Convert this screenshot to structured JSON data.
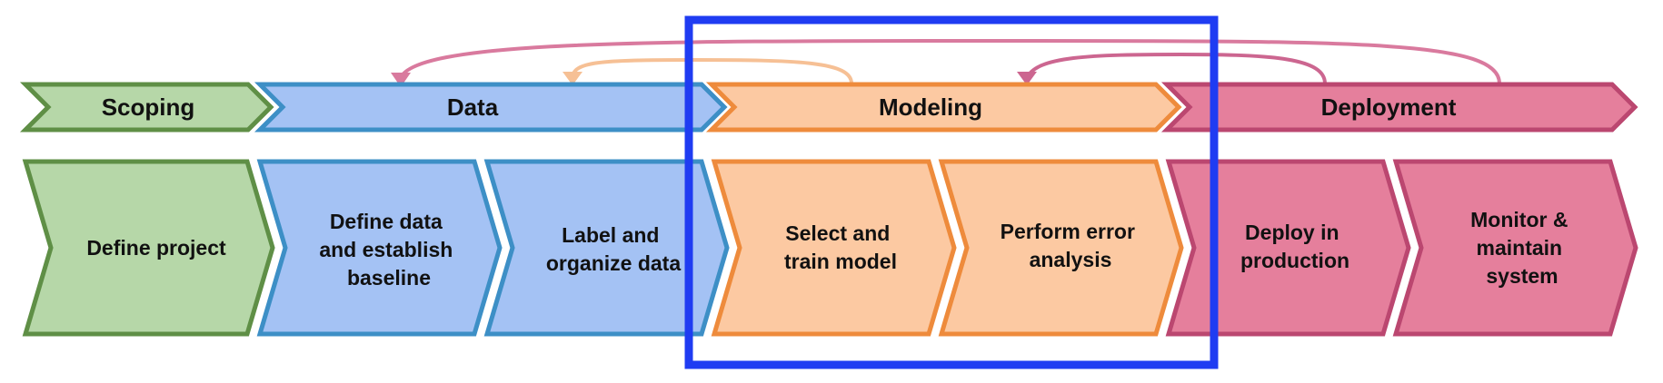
{
  "phases": [
    {
      "label": "Scoping",
      "fill": "#b6d7a8",
      "stroke": "#5f8f46"
    },
    {
      "label": "Data",
      "fill": "#a4c2f4",
      "stroke": "#3d8fc6"
    },
    {
      "label": "Modeling",
      "fill": "#fcc9a2",
      "stroke": "#ee8b3c"
    },
    {
      "label": "Deployment",
      "fill": "#e57f9c",
      "stroke": "#bb4770"
    }
  ],
  "steps": [
    {
      "phase": "Scoping",
      "lines": [
        "Define project"
      ]
    },
    {
      "phase": "Data",
      "lines": [
        "Define data",
        "and establish",
        "baseline"
      ]
    },
    {
      "phase": "Data",
      "lines": [
        "Label and",
        "organize data"
      ]
    },
    {
      "phase": "Modeling",
      "lines": [
        "Select and",
        "train model"
      ]
    },
    {
      "phase": "Modeling",
      "lines": [
        "Perform error",
        "analysis"
      ]
    },
    {
      "phase": "Deployment",
      "lines": [
        "Deploy in",
        "production"
      ]
    },
    {
      "phase": "Deployment",
      "lines": [
        "Monitor &",
        "maintain",
        "system"
      ]
    }
  ],
  "feedback_arrows": [
    {
      "from": "Deployment",
      "to": "Data",
      "color": "#d97a9e"
    },
    {
      "from": "Modeling",
      "to": "Data",
      "color": "#f6c095"
    },
    {
      "from": "Deployment",
      "to": "Modeling",
      "color": "#cc6690"
    }
  ],
  "highlight": {
    "target": "Modeling",
    "color": "#1f3cf2"
  }
}
